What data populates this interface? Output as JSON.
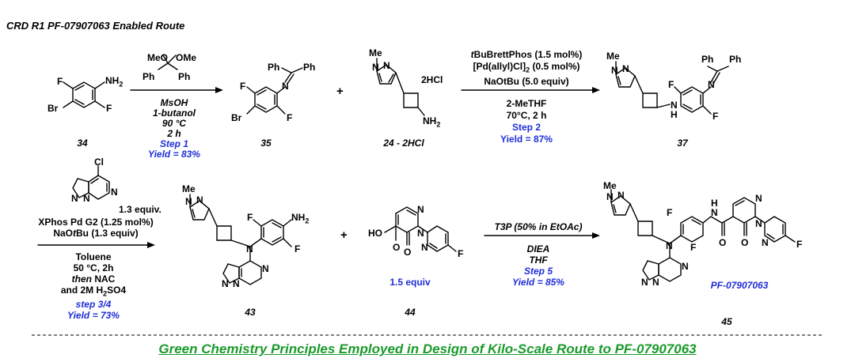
{
  "title": "CRD R1 PF-07907063 Enabled Route",
  "colors": {
    "blue": "#1f2fd6",
    "green": "#1a9a2a",
    "black": "#000000"
  },
  "atoms": {
    "F": "F",
    "Br": "Br",
    "NH2": "NH",
    "NH2_sub": "2",
    "N": "N",
    "Ph": "Ph",
    "MeO": "MeO",
    "OMe": "OMe",
    "Me": "Me",
    "H": "H",
    "Cl": "Cl",
    "HO": "HO",
    "O": "O",
    "HCl2": "2HCl",
    "NHH": "H",
    "NHN": "N"
  },
  "compounds": {
    "c34": "34",
    "c35": "35",
    "c24": "24 - 2HCl",
    "c37": "37",
    "c43": "43",
    "c44": "44",
    "c45": "45",
    "pf_name": "PF-07907063",
    "equiv_44": "1.5 equiv",
    "equiv_cl": "1.3 equiv."
  },
  "plus": "+",
  "step1": {
    "reagent1": "MsOH",
    "reagent2": "1-butanol",
    "temp": "90 °C",
    "time": "2 h",
    "step": "Step 1",
    "yield": "Yield = 83%"
  },
  "step2": {
    "cat1": "BuBrettPhos (1.5 mol%)",
    "cat1_prefix": "t",
    "cat2": "[Pd(allyl)Cl]",
    "cat2_sub": "2",
    "cat2_tail": " (0.5 mol%)",
    "base": "NaOtBu (5.0 equiv)",
    "solvent": "2-MeTHF",
    "conditions": "70°C, 2 h",
    "conditions_deg": "o",
    "step": "Step 2",
    "yield": "Yield = 87%"
  },
  "step34": {
    "cat": "XPhos Pd G2 (1.25 mol%)",
    "base_a": "NaO",
    "base_b": "t",
    "base_c": "Bu (1.3 equiv)",
    "solvent": "Toluene",
    "conditions": "50 °C, 2h",
    "then": "then",
    "then_rest": " NAC",
    "acid_a": "and 2M H",
    "acid_sub": "2",
    "acid_b": "SO4",
    "step": "step 3/4",
    "yield": "Yield = 73%"
  },
  "step5": {
    "reagent": "T3P (50% in EtOAc)",
    "base": "DIEA",
    "solvent": "THF",
    "step": "Step 5",
    "yield": "Yield = 85%"
  },
  "footer": "Green Chemistry Principles Employed in Design of Kilo-Scale Route to PF-07907063"
}
